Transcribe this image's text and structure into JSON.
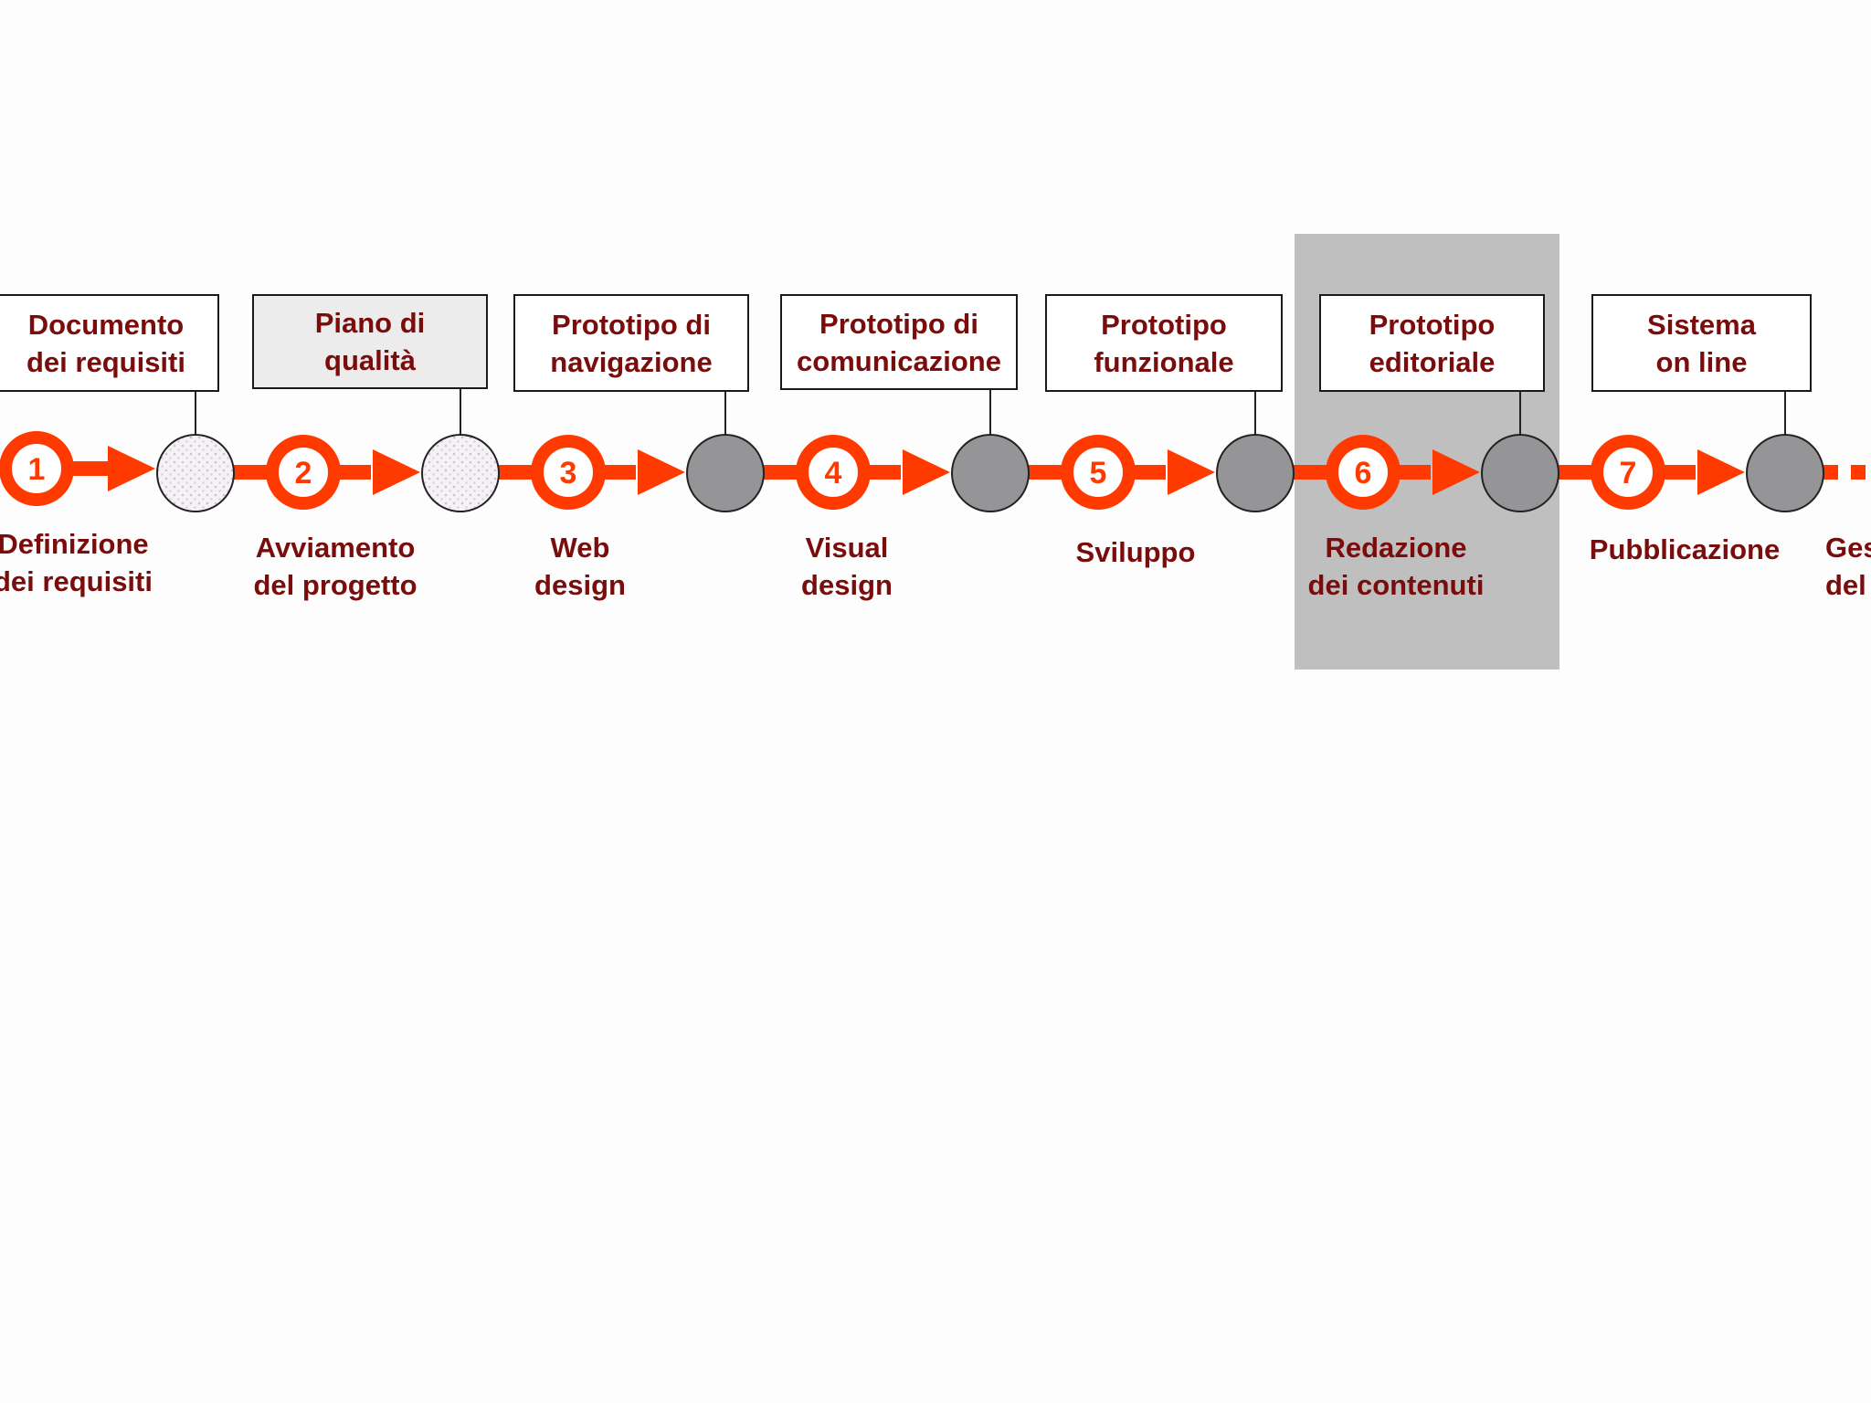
{
  "colors": {
    "arrow": "#ff3a00",
    "text": "#7a0c0c",
    "milestone_dotted": "#f2f0f2",
    "milestone_solid": "#959497",
    "highlight": "#c0bfc0"
  },
  "deliverables": [
    {
      "label": "Documento\ndei requisiti",
      "shaded": false
    },
    {
      "label": "Piano di\nqualità",
      "shaded": true
    },
    {
      "label": "Prototipo di\nnavigazione",
      "shaded": false
    },
    {
      "label": "Prototipo di\ncomunicazione",
      "shaded": false
    },
    {
      "label": "Prototipo\nfunzionale",
      "shaded": false
    },
    {
      "label": "Prototipo\neditoriale",
      "shaded": false
    },
    {
      "label": "Sistema\non line",
      "shaded": false
    }
  ],
  "phases": [
    {
      "number": "1",
      "label": "Definizione\ndei requisiti"
    },
    {
      "number": "2",
      "label": "Avviamento\ndel progetto"
    },
    {
      "number": "3",
      "label": "Web\ndesign"
    },
    {
      "number": "4",
      "label": "Visual\ndesign"
    },
    {
      "number": "5",
      "label": "Sviluppo"
    },
    {
      "number": "6",
      "label": "Redazione\ndei contenuti"
    },
    {
      "number": "7",
      "label": "Pubblicazione"
    },
    {
      "number": "",
      "label": "Gestione\ndel sito"
    }
  ],
  "milestones": [
    {
      "style": "dotted"
    },
    {
      "style": "dotted"
    },
    {
      "style": "solid"
    },
    {
      "style": "solid"
    },
    {
      "style": "solid"
    },
    {
      "style": "solid"
    },
    {
      "style": "solid"
    }
  ],
  "highlighted_phase": "6"
}
